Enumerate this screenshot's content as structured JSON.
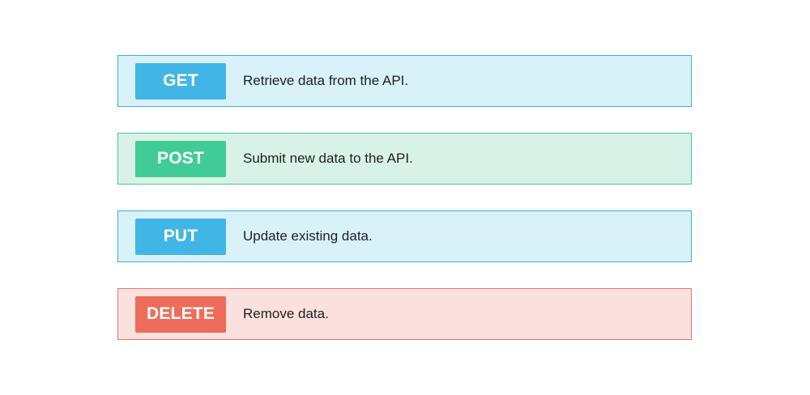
{
  "methods": [
    {
      "method": "GET",
      "description": "Retrieve data from the API.",
      "badge_color": "#41b6e6",
      "row_bg": "#d9f1f8",
      "row_border": "#3fb3cf"
    },
    {
      "method": "POST",
      "description": "Submit new data to the API.",
      "badge_color": "#41cc96",
      "row_bg": "#d9f2e8",
      "row_border": "#4cc497"
    },
    {
      "method": "PUT",
      "description": "Update existing data.",
      "badge_color": "#41b6e6",
      "row_bg": "#d9f1f8",
      "row_border": "#3fb3cf"
    },
    {
      "method": "DELETE",
      "description": "Remove data.",
      "badge_color": "#ee6c5a",
      "row_bg": "#fae1dd",
      "row_border": "#e07a6c"
    }
  ]
}
